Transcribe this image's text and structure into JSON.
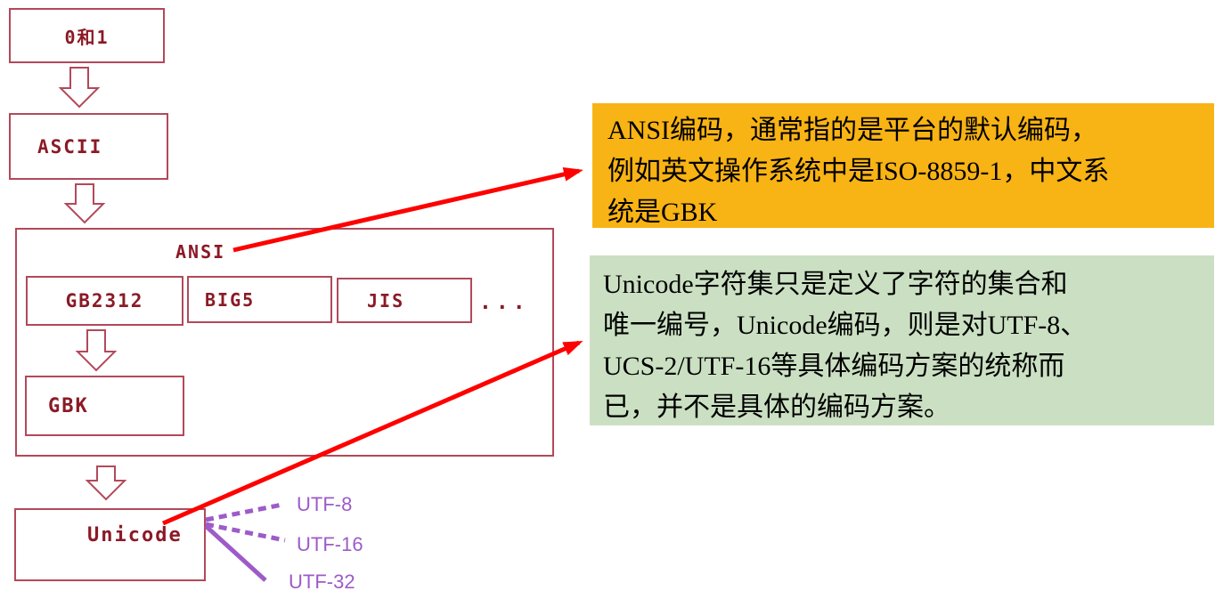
{
  "diagram": {
    "nodes": {
      "binary": "0和1",
      "ascii": "ASCII",
      "ansi": "ANSI",
      "gb2312": "GB2312",
      "big5": "BIG5",
      "jis": "JIS",
      "more": "...",
      "gbk": "GBK",
      "unicode": "Unicode"
    },
    "unicode_encodings": [
      "UTF-8",
      "UTF-16",
      "UTF-32"
    ]
  },
  "notes": {
    "ansi": "ANSI编码，通常指的是平台的默认编码，\n例如英文操作系统中是ISO-8859-1，中文系\n统是GBK",
    "unicode": "Unicode字符集只是定义了字符的集合和\n唯一编号，Unicode编码，则是对UTF-8、\nUCS-2/UTF-16等具体编码方案的统称而\n已，并不是具体的编码方案。"
  },
  "colors": {
    "node_border": "#b2495a",
    "node_text": "#8b1a26",
    "red_arrow": "#ff0000",
    "purple": "#9d5bc8",
    "ansi_note_bg": "#f8b314",
    "unicode_note_bg": "#cbe0c3",
    "note_text": "#000000",
    "background": "#ffffff"
  }
}
